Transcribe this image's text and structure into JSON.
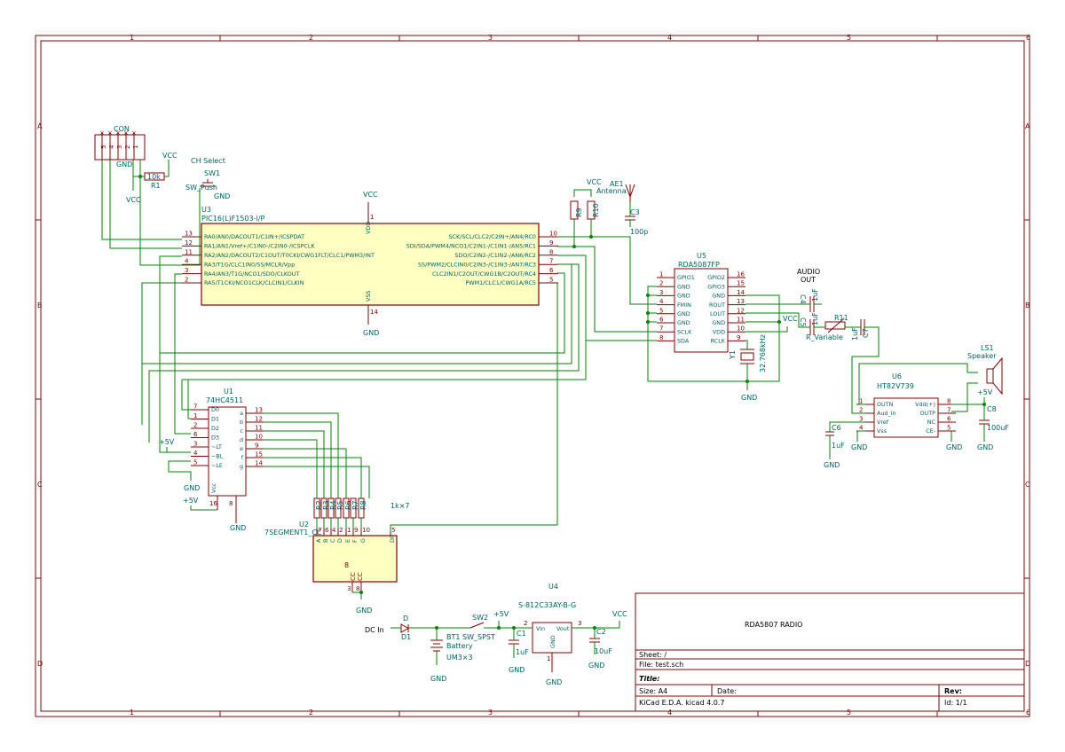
{
  "frame": {
    "columns": [
      "1",
      "2",
      "3",
      "4",
      "5",
      "6"
    ],
    "rows": [
      "A",
      "B",
      "C",
      "D"
    ]
  },
  "title_block": {
    "project": "RDA5807 RADIO",
    "sheet_label": "Sheet: /",
    "file_label": "File: test.sch",
    "title_label": "Title:",
    "size_label": "Size: A4",
    "date_label": "Date:",
    "rev_label": "Rev:",
    "tool_label": "KiCad E.D.A.  kicad 4.0.7",
    "id_label": "Id: 1/1"
  },
  "labels": {
    "con": "CON",
    "r1_ref": "R1",
    "r1_val": "10k",
    "vcc": "VCC",
    "gnd": "GND",
    "p5v": "+5V",
    "ch_select": "CH Select",
    "sw1_ref": "SW1",
    "sw1_val": "SW_Push",
    "u3_ref": "U3",
    "u3_val": "PIC16(L)F1503-I/P",
    "r9": "R9",
    "r10": "R10",
    "ae1_ref": "AE1",
    "ae1_val": "Antenna",
    "c3_ref": "C3",
    "c3_val": "100p",
    "u5_ref": "U5",
    "u5_val": "RDA5087FP",
    "audio_out": "AUDIO",
    "audio_out2": "OUT",
    "c4_ref": "C4",
    "c4_val": "1uF",
    "c5_ref": "C5",
    "c5_val": "1uF",
    "r11_ref": "R11",
    "r11_val": "R_Variable",
    "c7_ref": "C7",
    "c7_val": "1uF",
    "y1_ref": "Y1",
    "y1_val": "32.768kHz",
    "ls1_ref": "LS1",
    "ls1_val": "Speaker",
    "u6_ref": "U6",
    "u6_val": "HT82V739",
    "c6_ref": "C6",
    "c6_val": "1uF",
    "c8_ref": "C8",
    "c8_val": "100uF",
    "u1_ref": "U1",
    "u1_val": "74HC4511",
    "rn_val": "1k×7",
    "u2_ref": "U2",
    "u2_val": "7SEGMENT1_CC",
    "u4_ref": "U4",
    "u4_val": "S-812C33AY-B-G",
    "dc_in": "DC In",
    "d1_ref": "D1",
    "d_lbl": "D",
    "bt1_ref": "BT1",
    "bt1_val": "Battery",
    "bt1_val2": "UM3×3",
    "sw2_ref": "SW2",
    "sw2_val": "SW_SPST",
    "c1_ref": "C1",
    "c1_val": "1uF",
    "c2_ref": "C2",
    "c2_val": "10uF",
    "vin": "Vin",
    "vout": "Vout"
  },
  "u3": {
    "vdd": "VDD",
    "vss": "VSS",
    "pin_vdd": "1",
    "pin_vss": "14",
    "left": [
      {
        "pin": "13",
        "sig": "RA0/AN0/DACOUT1/C1IN+/ICSPDAT"
      },
      {
        "pin": "12",
        "sig": "RA1/AN1/Vref+/C1IN0-/C2IN0-/ICSPCLK"
      },
      {
        "pin": "11",
        "sig": "RA2/AN2/DACOUT2/C1OUT/T0CKI/CWG1FLT/CLC1/PWM3/INT"
      },
      {
        "pin": "4",
        "sig": "RA3/T1G/CLC1IN0/SS/MCLR/Vpp"
      },
      {
        "pin": "3",
        "sig": "RA4/AN3/T1G/NCO1/SDO/CLKOUT"
      },
      {
        "pin": "2",
        "sig": "RA5/T1CKI/NCO1CLK/CLCIN1/CLKIN"
      }
    ],
    "right": [
      {
        "pin": "10",
        "sig": "SCK/SCL/CLC2/C2IN+/AN4/RC0"
      },
      {
        "pin": "9",
        "sig": "SDI/SDA/PWM4/NCO1/C2IN1-/C1IN1-/AN5/RC1"
      },
      {
        "pin": "8",
        "sig": "SDO/C2IN2-/C1IN2-/AN6/RC2"
      },
      {
        "pin": "7",
        "sig": "SS/PWM2/CLCIN0/C2IN3-/C1IN3-/AN7/RC3"
      },
      {
        "pin": "6",
        "sig": "CLC2IN1/C2OUT/CWG1B/C2OUT/RC4"
      },
      {
        "pin": "5",
        "sig": "PWM1/CLC1/CWG1A/RC5"
      }
    ]
  },
  "u5": {
    "left": [
      {
        "pin": "1",
        "sig": "GPIO1"
      },
      {
        "pin": "2",
        "sig": "GND"
      },
      {
        "pin": "3",
        "sig": "GND"
      },
      {
        "pin": "4",
        "sig": "FMIN"
      },
      {
        "pin": "5",
        "sig": "GND"
      },
      {
        "pin": "6",
        "sig": "GND"
      },
      {
        "pin": "7",
        "sig": "SCLK"
      },
      {
        "pin": "8",
        "sig": "SDA"
      }
    ],
    "right": [
      {
        "pin": "16",
        "sig": "GPIO2"
      },
      {
        "pin": "15",
        "sig": "GPIO3"
      },
      {
        "pin": "14",
        "sig": "GND"
      },
      {
        "pin": "13",
        "sig": "ROUT"
      },
      {
        "pin": "12",
        "sig": "LOUT"
      },
      {
        "pin": "11",
        "sig": "GND"
      },
      {
        "pin": "10",
        "sig": "VDD"
      },
      {
        "pin": "9",
        "sig": "RCLK"
      }
    ]
  },
  "u6": {
    "left": [
      {
        "pin": "1",
        "sig": "OUTN"
      },
      {
        "pin": "2",
        "sig": "Aud_in"
      },
      {
        "pin": "3",
        "sig": "Vref"
      },
      {
        "pin": "4",
        "sig": "Vss"
      }
    ],
    "right": [
      {
        "pin": "8",
        "sig": "Vdd(+)"
      },
      {
        "pin": "7",
        "sig": "OUTP"
      },
      {
        "pin": "6",
        "sig": "NC"
      },
      {
        "pin": "5",
        "sig": "CE-"
      }
    ]
  },
  "u1": {
    "vcc": "Vcc",
    "left": [
      {
        "pin": "7",
        "sig": "D0"
      },
      {
        "pin": "1",
        "sig": "D1"
      },
      {
        "pin": "2",
        "sig": "D2"
      },
      {
        "pin": "6",
        "sig": "D3"
      },
      {
        "pin": "3",
        "sig": "~LT"
      },
      {
        "pin": "4",
        "sig": "~BL"
      },
      {
        "pin": "5",
        "sig": "~LE"
      }
    ],
    "right": [
      {
        "pin": "13",
        "sig": "a"
      },
      {
        "pin": "12",
        "sig": "b"
      },
      {
        "pin": "11",
        "sig": "c"
      },
      {
        "pin": "10",
        "sig": "d"
      },
      {
        "pin": "9",
        "sig": "e"
      },
      {
        "pin": "15",
        "sig": "f"
      },
      {
        "pin": "14",
        "sig": "g"
      }
    ],
    "pin_vcc": "16",
    "pin_gnd": "8"
  },
  "rn_refs": [
    "R2",
    "R3",
    "R4",
    "R5",
    "R6",
    "R7",
    "R8"
  ],
  "u2_pins": [
    {
      "pin": "7",
      "sig": "A"
    },
    {
      "pin": "6",
      "sig": "B"
    },
    {
      "pin": "4",
      "sig": "C"
    },
    {
      "pin": "2",
      "sig": "D"
    },
    {
      "pin": "1",
      "sig": "E"
    },
    {
      "pin": "9",
      "sig": "F"
    },
    {
      "pin": "10",
      "sig": "G"
    },
    {
      "pin": "5",
      "sig": "DP"
    }
  ],
  "con_pins": [
    "5",
    "4",
    "3",
    "2",
    "1"
  ]
}
